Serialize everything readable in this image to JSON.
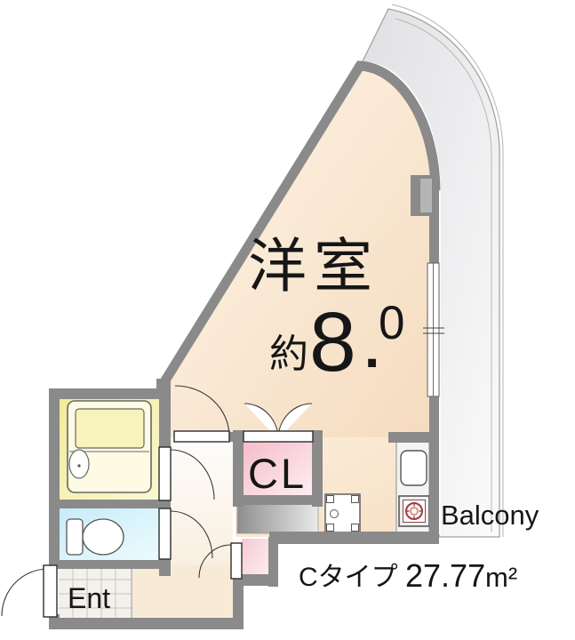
{
  "plan": {
    "main_room": {
      "name": "洋室",
      "size_prefix": "約",
      "size_int": "8",
      "size_dot": ".",
      "size_dec": "0"
    },
    "closet": {
      "label": "CL"
    },
    "balcony": {
      "label": "Balcony"
    },
    "entrance": {
      "label": "Ent"
    },
    "caption": {
      "type_label": "Cタイプ",
      "area_value": "27.77",
      "area_unit": "m²"
    }
  },
  "colors": {
    "wall": "#8a8a8a",
    "floor_main": "#f7e0c4",
    "closet_pink": "#f5c0cb",
    "bath_yellow": "#f3eda0",
    "toilet_blue": "#cdeefa",
    "entrance_tile": "#f4f1ec",
    "balcony_gray": "#e4e4e7",
    "text": "#161616"
  }
}
